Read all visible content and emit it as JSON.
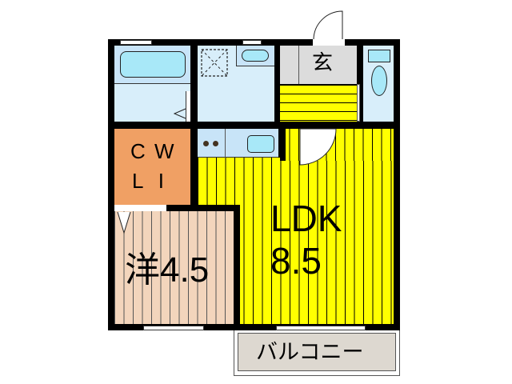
{
  "floor_plan": {
    "rooms": {
      "entrance": {
        "label": "玄",
        "color": "#dcdcdc"
      },
      "cwl": {
        "label_line1": "C W",
        "label_line2": "L I",
        "color": "#f0a064"
      },
      "western_room": {
        "label": "洋4.5",
        "kind": "洋",
        "size": "4.5",
        "color": "#f3d5bc"
      },
      "ldk": {
        "label_line1": "LDK",
        "label_line2": "8.5",
        "color": "#ffff00"
      },
      "balcony": {
        "label": "バルコニー",
        "color": "#ddd8d0"
      },
      "bathroom": {
        "color": "#d8eefa"
      },
      "washroom": {
        "color": "#d8eefa"
      },
      "toilet": {
        "color": "#d8eefa"
      },
      "kitchen": {
        "color": "#c8e4f8"
      }
    },
    "colors": {
      "wall": "#000000",
      "fixture": "#a8e8f8",
      "background": "#ffffff"
    }
  }
}
